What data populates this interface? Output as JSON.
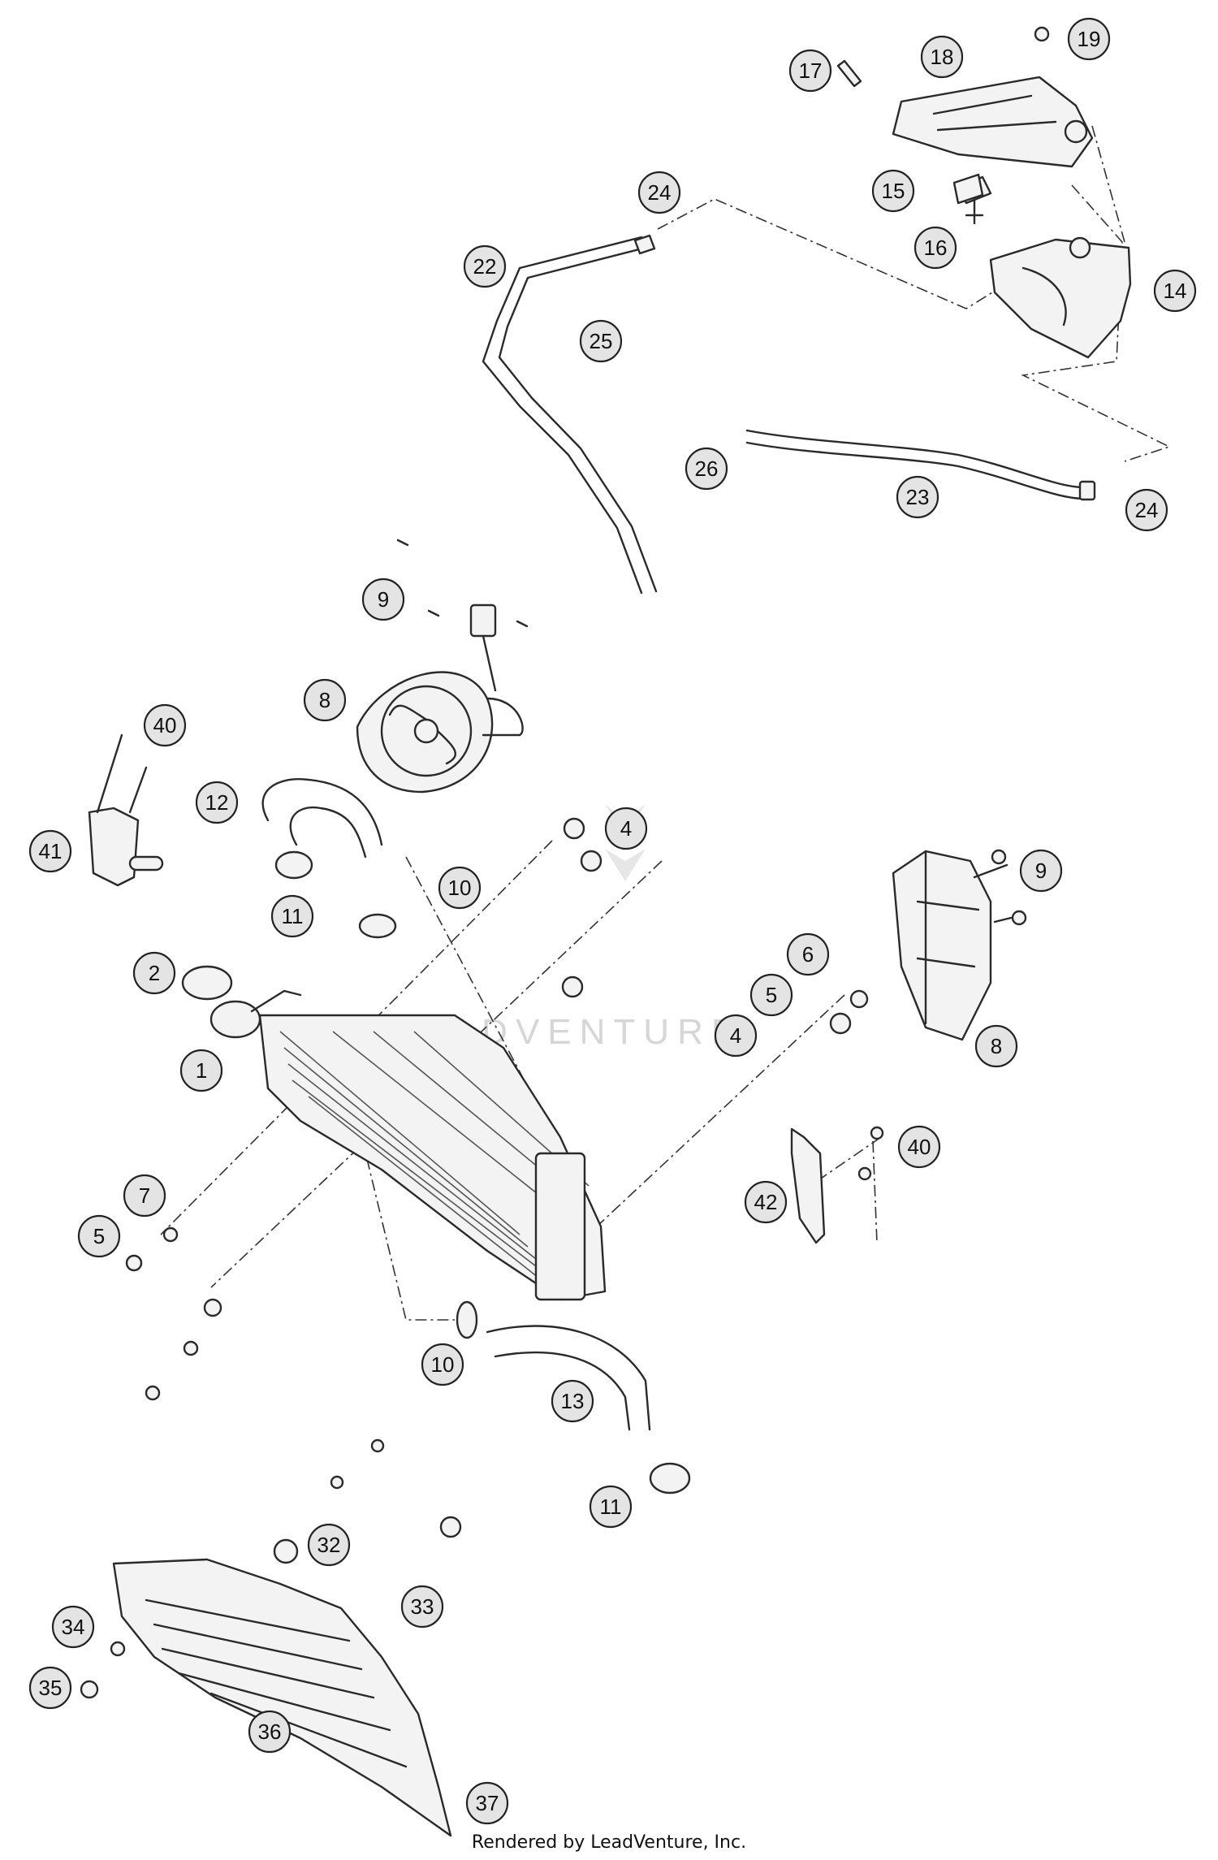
{
  "callouts": [
    "1",
    "2",
    "4",
    "4",
    "5",
    "5",
    "6",
    "7",
    "8",
    "8",
    "9",
    "9",
    "10",
    "10",
    "11",
    "11",
    "12",
    "13",
    "14",
    "15",
    "16",
    "17",
    "18",
    "19",
    "22",
    "23",
    "24",
    "24",
    "25",
    "26",
    "32",
    "33",
    "34",
    "35",
    "36",
    "37",
    "40",
    "40",
    "41",
    "42"
  ],
  "watermark": "LEADVENTURE",
  "footer": "Rendered by LeadVenture, Inc.",
  "colors": {
    "callout_fill": "#e4e4e4",
    "line": "#2a2a2a",
    "watermark": "#d6d6d6"
  }
}
